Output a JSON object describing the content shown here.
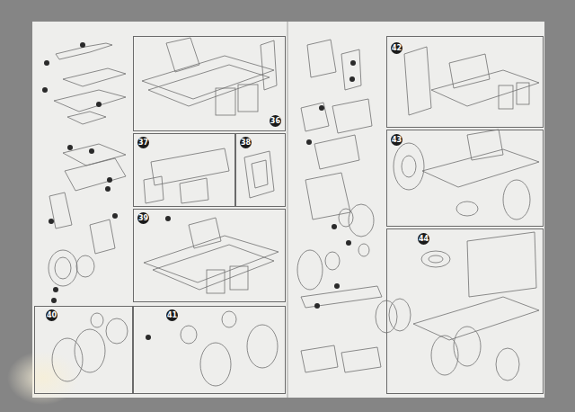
{
  "diagram": {
    "nodes": [
      {
        "text": [
          "36"
        ]
      },
      {
        "text": [
          "37"
        ]
      },
      {
        "text": [
          "38"
        ]
      },
      {
        "text": [
          "39"
        ]
      },
      {
        "text": [
          "40"
        ]
      },
      {
        "text": [
          "41"
        ]
      },
      {
        "text": [
          "42"
        ]
      },
      {
        "text": [
          "43"
        ]
      },
      {
        "text": [
          "44"
        ]
      }
    ]
  }
}
